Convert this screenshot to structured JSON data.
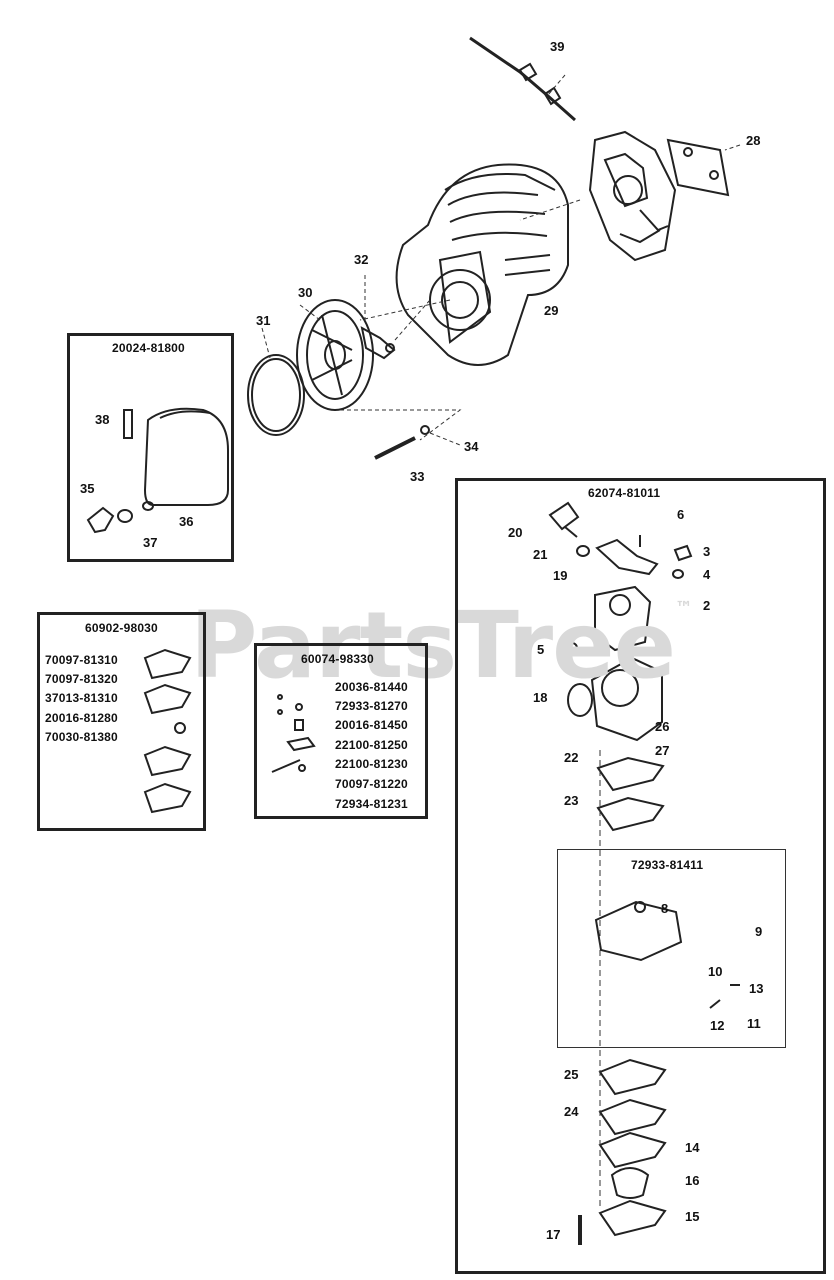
{
  "watermark": {
    "text": "PartsTree",
    "tm": "™"
  },
  "kits": {
    "air_filter_kit": "20024-81800",
    "carburetor_assembly": "62074-81011",
    "gasket_kit": "60902-98030",
    "repair_kit": "60074-98330",
    "sub_kit": "72933-81411"
  },
  "gasket_kit_parts": [
    "70097-81310",
    "70097-81320",
    "37013-81310",
    "20016-81280",
    "70030-81380"
  ],
  "repair_kit_parts": [
    "20036-81440",
    "72933-81270",
    "20016-81450",
    "22100-81250",
    "22100-81230",
    "70097-81220",
    "72934-81231"
  ],
  "callouts": {
    "c2": "2",
    "c3": "3",
    "c4": "4",
    "c5": "5",
    "c6": "6",
    "c8": "8",
    "c9": "9",
    "c10": "10",
    "c11": "11",
    "c12": "12",
    "c13": "13",
    "c14": "14",
    "c15": "15",
    "c16": "16",
    "c17": "17",
    "c18": "18",
    "c19": "19",
    "c20": "20",
    "c21": "21",
    "c22": "22",
    "c23": "23",
    "c24": "24",
    "c25": "25",
    "c26": "26",
    "c27": "27",
    "c28": "28",
    "c29": "29",
    "c30": "30",
    "c31": "31",
    "c32": "32",
    "c33": "33",
    "c34": "34",
    "c35": "35",
    "c36": "36",
    "c37": "37",
    "c38": "38",
    "c39": "39"
  }
}
